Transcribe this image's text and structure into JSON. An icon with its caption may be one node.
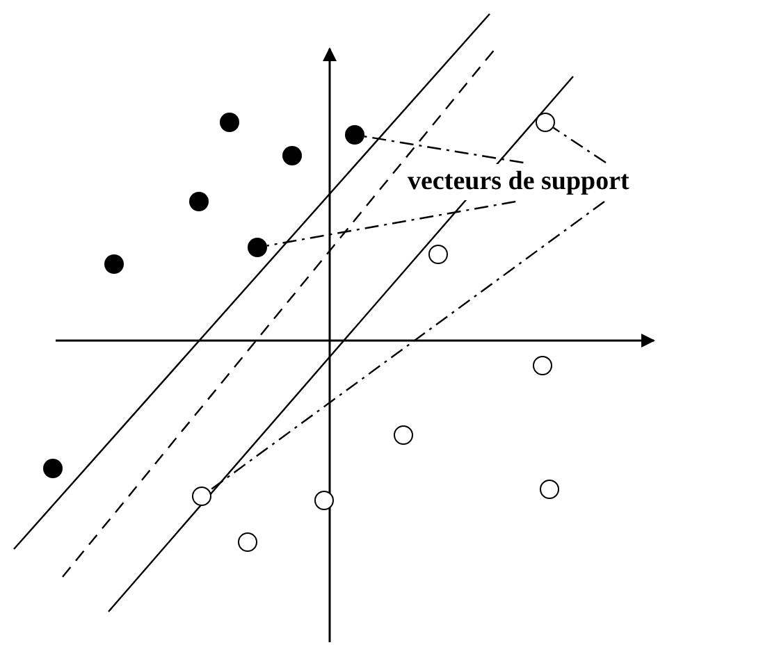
{
  "diagram": {
    "nodes": [
      {
        "text": [
          "vecteurs de support"
        ]
      },
      {
        "text": [],
        "shape": "circle"
      },
      {
        "text": [],
        "shape": "circle"
      },
      {
        "text": [],
        "shape": "circle"
      },
      {
        "text": [],
        "shape": "circle"
      }
    ],
    "edges": [
      {
        "from": 0,
        "to": 1,
        "arrow": "none",
        "style": "dashed"
      },
      {
        "from": 0,
        "to": 2,
        "arrow": "none",
        "style": "dashed"
      },
      {
        "from": 0,
        "to": 3,
        "arrow": "none",
        "style": "dashed"
      },
      {
        "from": 0,
        "to": 4,
        "arrow": "none",
        "style": "dashed"
      }
    ]
  }
}
